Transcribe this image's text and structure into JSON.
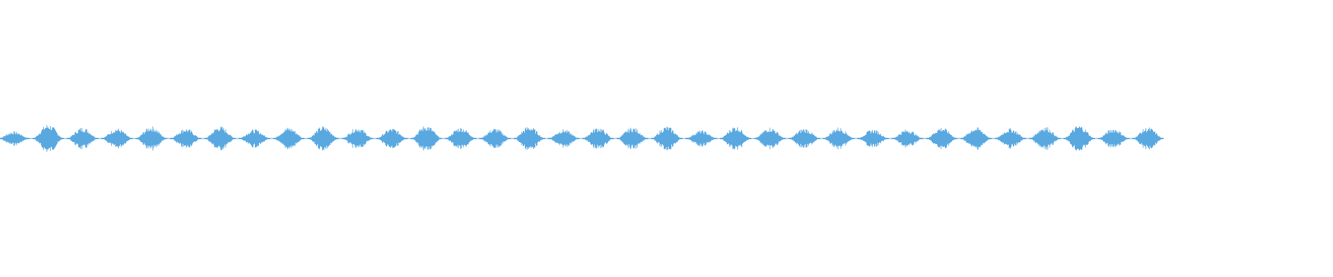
{
  "waveform": {
    "color": "#5aa8e0",
    "background": "#ffffff",
    "burst_count": 34,
    "burst_amplitudes": [
      0.35,
      0.7,
      0.55,
      0.5,
      0.6,
      0.5,
      0.6,
      0.45,
      0.55,
      0.6,
      0.55,
      0.5,
      0.65,
      0.55,
      0.5,
      0.6,
      0.45,
      0.55,
      0.55,
      0.6,
      0.4,
      0.6,
      0.55,
      0.5,
      0.55,
      0.45,
      0.45,
      0.55,
      0.55,
      0.5,
      0.6,
      0.65,
      0.5,
      0.55
    ],
    "signal_fraction_of_width": 0.865
  }
}
